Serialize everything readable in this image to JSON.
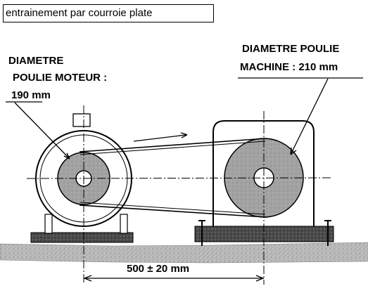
{
  "title": "entrainement par courroie plate",
  "motor_label": {
    "line1": "DIAMETRE",
    "line2": "POULIE MOTEUR :",
    "line3": "190 mm"
  },
  "machine_label": {
    "line1": "DIAMETRE POULIE",
    "line2": "MACHINE : 210 mm"
  },
  "center_distance": "500 ± 20 mm",
  "colors": {
    "line": "#000000",
    "pulley_fill": "#9a9a9a",
    "base_fill": "#555555",
    "ground_fill": "#b5b5b5"
  }
}
